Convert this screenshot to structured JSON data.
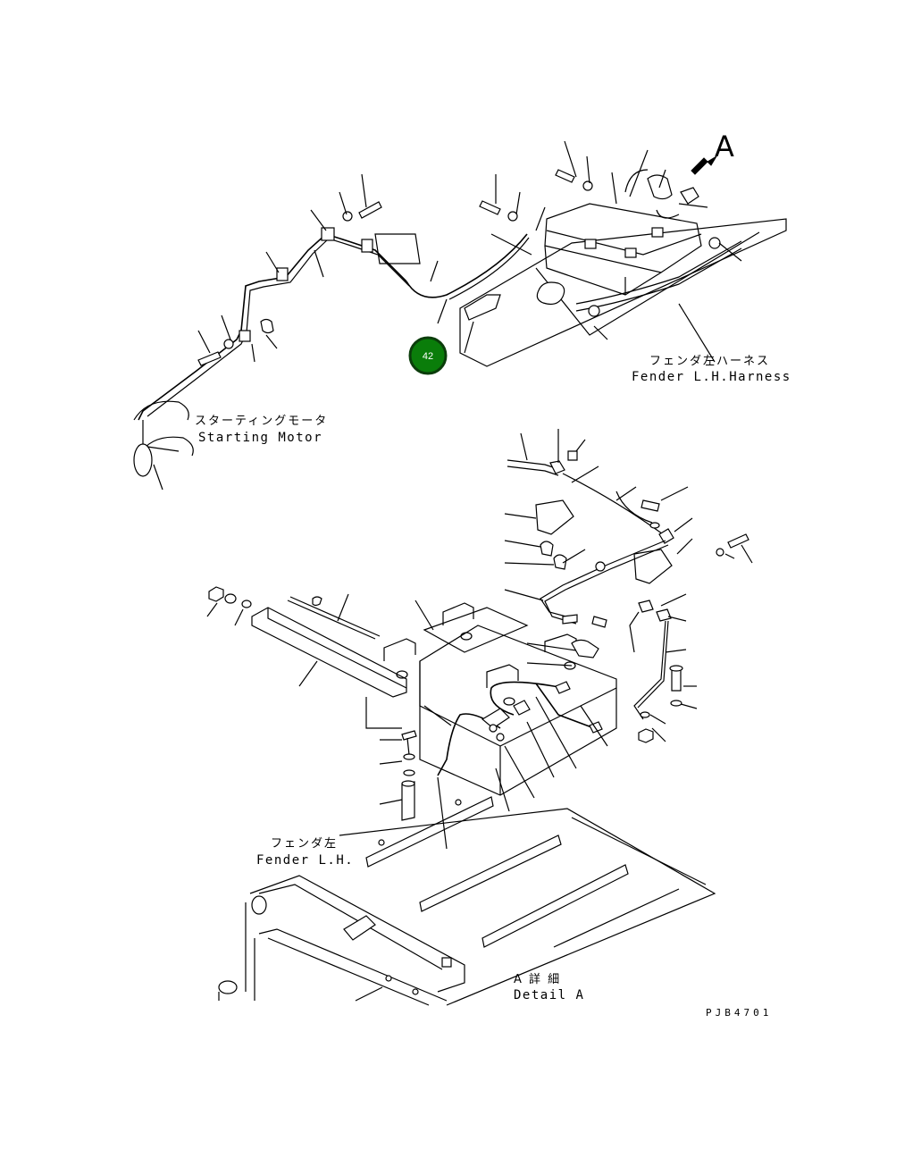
{
  "labels": {
    "view_marker": "A",
    "fender_harness_jp": "フェンダ左ハーネス",
    "fender_harness_en": "Fender L.H.Harness",
    "starting_motor_jp": "スターティングモータ",
    "starting_motor_en": "Starting Motor",
    "fender_jp": "フェンダ左",
    "fender_en": "Fender L.H.",
    "detail_jp": "A 詳 細",
    "detail_en": "Detail A",
    "drawing_code": "PJB4701"
  },
  "callout": {
    "number": "42",
    "color": "#0a7d0a",
    "ring_color": "#0b3d0b"
  }
}
